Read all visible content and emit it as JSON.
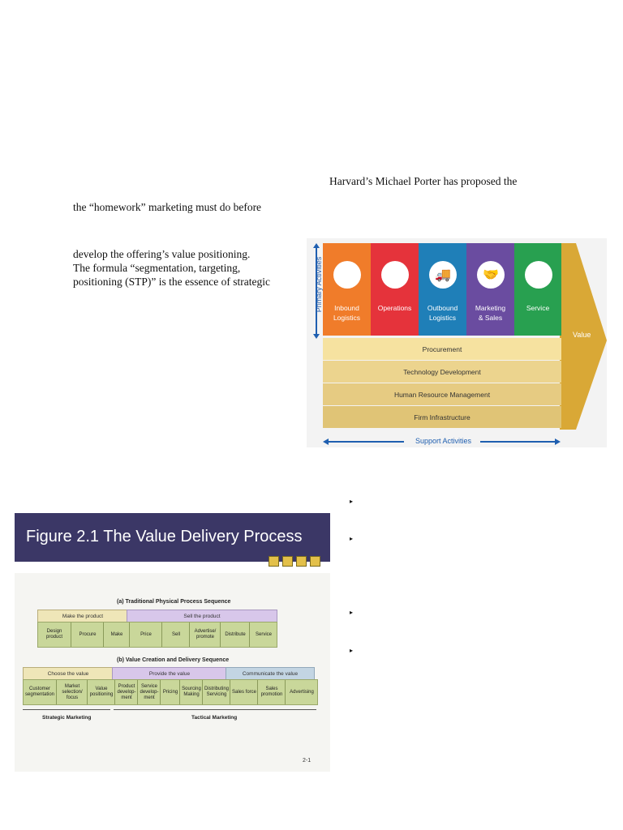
{
  "text": {
    "line1": "Harvard’s Michael Porter has proposed the",
    "line2": "the “homework” marketing must do before",
    "line3": "develop the offering’s value positioning.",
    "line4": "The formula “segmentation, targeting,",
    "line5": "positioning (STP)” is the essence of strategic"
  },
  "value_chain": {
    "primary_label": "Primary Activities",
    "support_label": "Support Activities",
    "value_label": "Value",
    "primary": [
      {
        "label1": "Inbound",
        "label2": "Logistics",
        "color": "#f07c2a",
        "icon": "crane-icon"
      },
      {
        "label1": "Operations",
        "label2": "",
        "color": "#e5333b",
        "icon": "gears-icon"
      },
      {
        "label1": "Outbound",
        "label2": "Logistics",
        "color": "#1f7fb8",
        "icon": "truck-icon"
      },
      {
        "label1": "Marketing",
        "label2": "& Sales",
        "color": "#6a4ca0",
        "icon": "handshake-icon"
      },
      {
        "label1": "Service",
        "label2": "",
        "color": "#28a050",
        "icon": "gear-hand-icon"
      }
    ],
    "support": [
      {
        "label": "Procurement",
        "color": "#f6e2a0"
      },
      {
        "label": "Technology Development",
        "color": "#ecd48e"
      },
      {
        "label": "Human Resource Management",
        "color": "#e6cb82"
      },
      {
        "label": "Firm Infrastructure",
        "color": "#e0c476"
      }
    ],
    "arrow_color": "#d9a836"
  },
  "figure": {
    "title": "Figure 2.1 The Value Delivery Process",
    "traditional": {
      "title": "(a) Traditional Physical Process Sequence",
      "make": "Make the product",
      "sell": "Sell the product",
      "cells": [
        "Design product",
        "Procure",
        "Make",
        "Price",
        "Sell",
        "Advertise/ promote",
        "Distribute",
        "Service"
      ]
    },
    "value_creation": {
      "title": "(b) Value Creation and Delivery Sequence",
      "choose": "Choose the value",
      "provide": "Provide the value",
      "communicate": "Communicate the value",
      "cells": [
        "Customer segmentation",
        "Market selection/ focus",
        "Value positioning",
        "Product develop- ment",
        "Service develop- ment",
        "Pricing",
        "Sourcing Making",
        "Distributing Servicing",
        "Sales force",
        "Sales promotion",
        "Advertising"
      ]
    },
    "strategic": "Strategic Marketing",
    "tactical": "Tactical Marketing",
    "page_num": "2-1"
  },
  "bullets": [
    "▸",
    "▸",
    "▸",
    "▸"
  ]
}
